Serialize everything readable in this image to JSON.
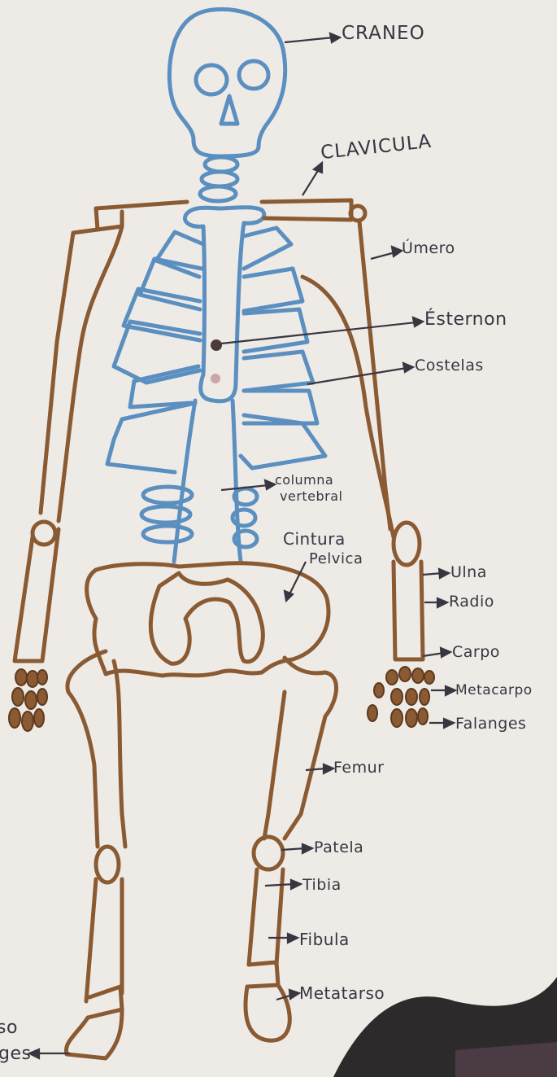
{
  "colors": {
    "paper": "#eeeae6",
    "axial_blue": "#5a8fc0",
    "appendicular_brown": "#8a5a32",
    "ink": "#3a3540"
  },
  "labels": {
    "craneo": "CRANEO",
    "clavicula": "CLAVICULA",
    "umero": "Úmero",
    "esternon": "Ésternon",
    "costelas": "Costelas",
    "columna_l1": "columna",
    "columna_l2": "vertebral",
    "cintura_l1": "Cintura",
    "cintura_l2": "Pelvica",
    "ulna": "Ulna",
    "radio": "Radio",
    "carpo": "Carpo",
    "metacarpo": "Metacarpo",
    "falanges": "Falanges",
    "femur": "Femur",
    "patela": "Patela",
    "tibia": "Tibia",
    "fibula": "Fibula",
    "metatarso": "Metatarso",
    "cut_left_top": "so",
    "cut_left_bottom": "ges"
  }
}
